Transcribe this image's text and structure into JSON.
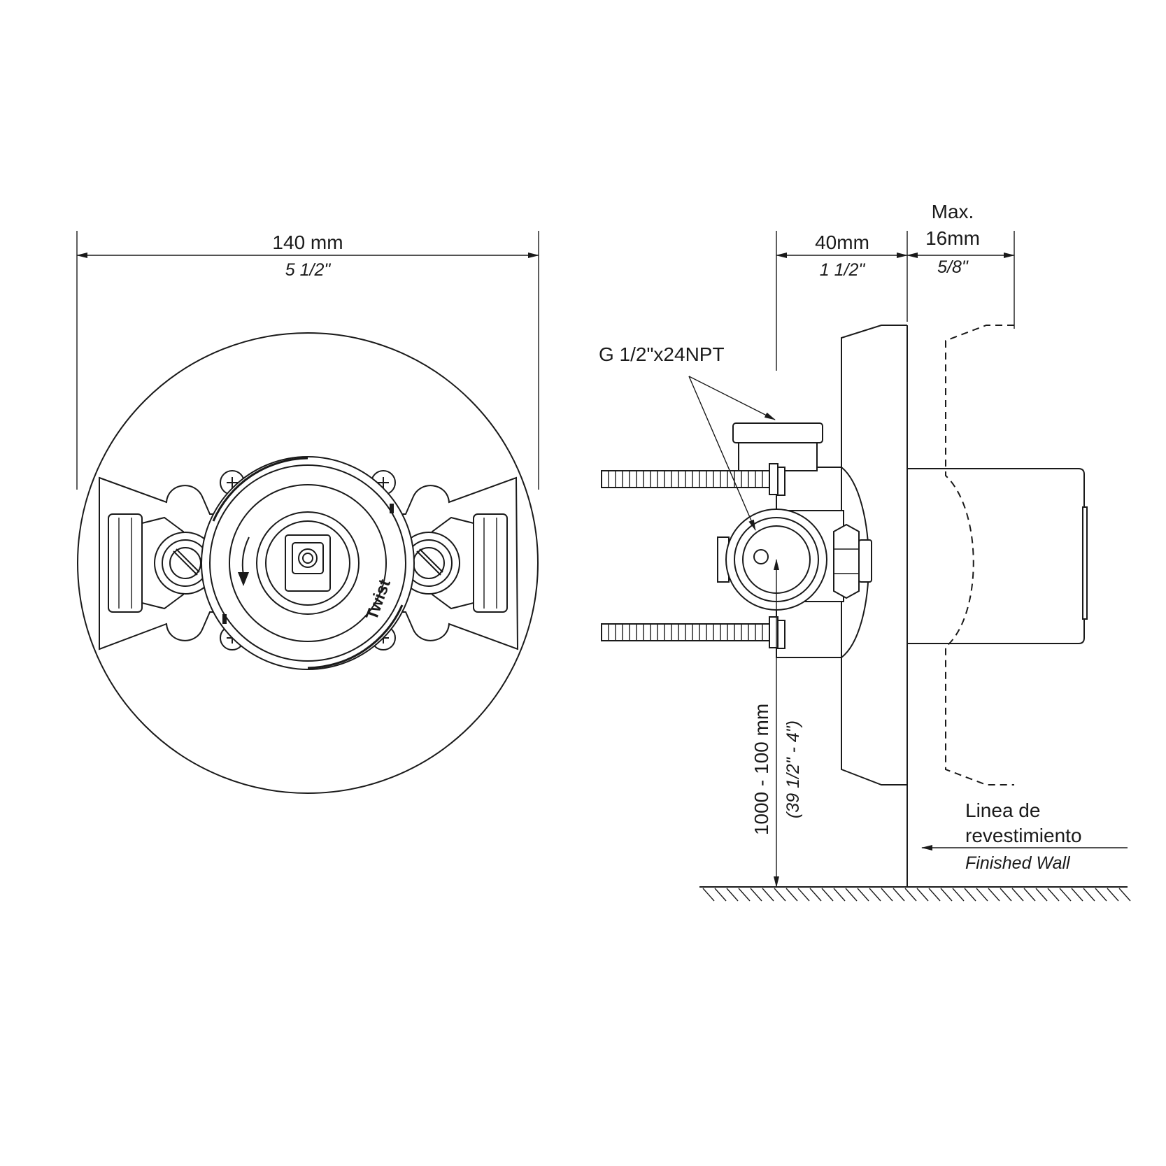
{
  "front_view": {
    "width_mm": "140 mm",
    "width_in": "5 1/2\"",
    "cartridge_label": "Twist"
  },
  "side_view": {
    "depth_mm": "40mm",
    "depth_in": "1 1/2\"",
    "max_label": "Max.",
    "cover_mm": "16mm",
    "cover_in": "5/8\"",
    "thread_label": "G 1/2\"x24NPT",
    "height_mm": "1000 - 100 mm",
    "height_in": "(39 1/2\" - 4\")",
    "wall_label_es_1": "Linea de",
    "wall_label_es_2": "revestimiento",
    "wall_label_en": "Finished Wall"
  },
  "colors": {
    "line": "#1a1a1a",
    "background": "#ffffff"
  }
}
